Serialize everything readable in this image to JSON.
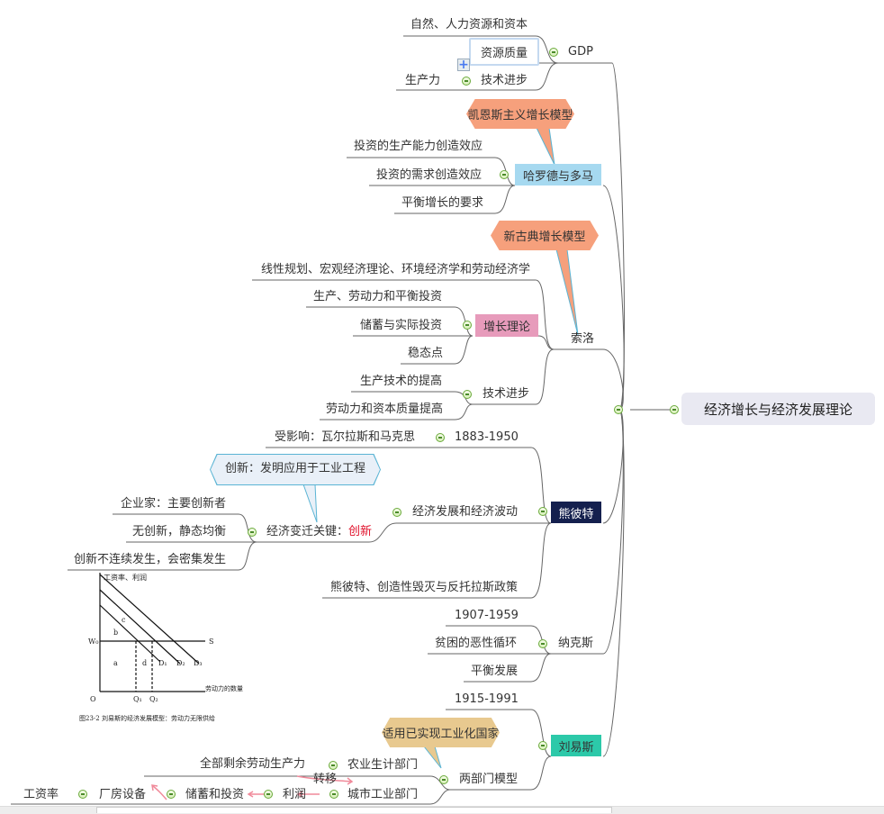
{
  "central": {
    "label": "经济增长与经济发展理论"
  },
  "gdp": {
    "label": "GDP",
    "children": [
      "自然、人力资源和资本",
      "资源质量",
      "技术进步"
    ],
    "tech_child": "生产力"
  },
  "harrod": {
    "label": "哈罗德与多马",
    "callout": "凯恩斯主义增长模型",
    "children": [
      "投资的生产能力创造效应",
      "投资的需求创造效应",
      "平衡增长的要求"
    ]
  },
  "solow": {
    "label": "索洛",
    "callout": "新古典增长模型",
    "children": [
      "线性规划、宏观经济理论、环境经济学和劳动经济学",
      "增长理论",
      "技术进步"
    ],
    "growth_children": [
      "生产、劳动力和平衡投资",
      "储蓄与实际投资",
      "稳态点"
    ],
    "tech_children": [
      "生产技术的提高",
      "劳动力和资本质量提高"
    ]
  },
  "schumpeter": {
    "label": "熊彼特",
    "years": "1883-1950",
    "influence": "受影响：瓦尔拉斯和马克思",
    "development": "经济发展和经济波动",
    "key_prefix": "经济变迁关键：",
    "key_highlight": "创新",
    "callout": "创新：发明应用于工业工程",
    "key_children": [
      "企业家：主要创新者",
      "无创新，静态均衡",
      "创新不连续发生，会密集发生"
    ],
    "book": "熊彼特、创造性毁灭与反托拉斯政策"
  },
  "nurkse": {
    "label": "纳克斯",
    "children": [
      "1907-1959",
      "贫困的恶性循环",
      "平衡发展"
    ]
  },
  "lewis": {
    "label": "刘易斯",
    "years": "1915-1991",
    "callout": "适用已实现工业化国家",
    "two_sector": "两部门模型",
    "agri": "农业生计部门",
    "agri_child": "全部剩余劳动生产力",
    "urban": "城市工业部门",
    "profit": "利润",
    "saving": "储蓄和投资",
    "plant": "厂房设备",
    "wage": "工资率",
    "transfer": "转移"
  },
  "figure": {
    "ylabel": "工资率、利润",
    "w0": "W₀",
    "s": "S",
    "a": "a",
    "b": "b",
    "c": "c",
    "d": "d",
    "d1": "D₁",
    "d2": "D₂",
    "d3": "D₃",
    "o": "O",
    "q1": "Q₁",
    "q2": "Q₂",
    "xlabel": "劳动力的数量",
    "caption": "图23-2  刘易斯的经济发展模型：劳动力无限供给"
  },
  "colors": {
    "harrod": "#a6d9f0",
    "growth": "#e79bbb",
    "schumpeter": "#14204e",
    "lewis": "#2cc9a9",
    "callout_orange": "#f6a07c",
    "callout_tan": "#e8c98f"
  }
}
